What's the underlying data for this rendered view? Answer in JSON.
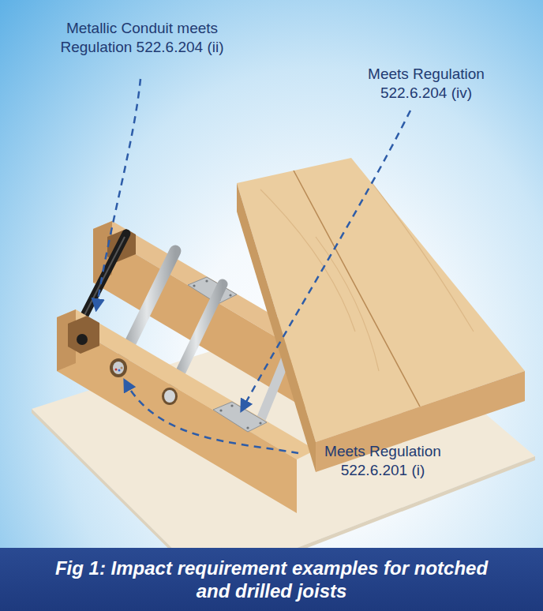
{
  "diagram": {
    "caption": "Fig 1: Impact requirement examples for notched and drilled joists",
    "labels": [
      "Metallic Conduit meets Regulation 522.6.204 (ii)",
      "Meets Regulation 522.6.204 (iv)",
      "Meets Regulation 522.6.201 (i)"
    ]
  }
}
